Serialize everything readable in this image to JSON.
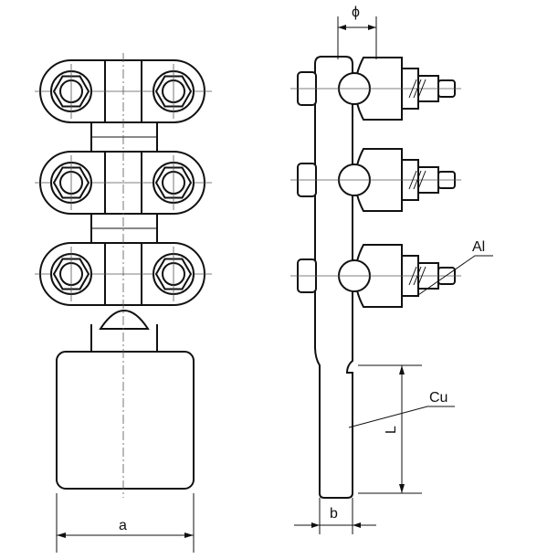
{
  "labels": {
    "phi": "ϕ",
    "aluminium": "Al",
    "copper": "Cu",
    "length": "L",
    "thickness": "b",
    "width": "a"
  },
  "front_view": {
    "bolt_rows": 3,
    "bolts_per_row": 2
  },
  "side_view": {
    "clamps": 3
  }
}
